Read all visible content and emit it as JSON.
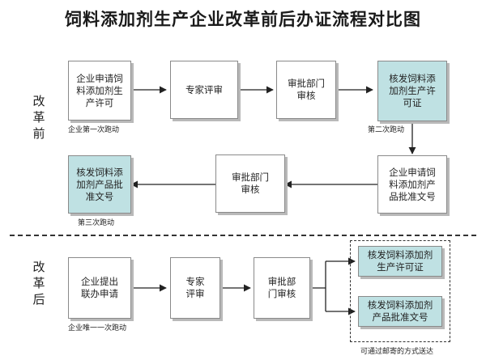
{
  "title": "饲料添加剂生产企业改革前后办证流程对比图",
  "before": {
    "label_chars": [
      "改",
      "革",
      "前"
    ],
    "row1": [
      {
        "lines": [
          "企业申请饲",
          "料添加剂生",
          "产许可"
        ]
      },
      {
        "lines": [
          "专家评审"
        ]
      },
      {
        "lines": [
          "审批部门",
          "审核"
        ]
      },
      {
        "lines": [
          "核发饲料添",
          "加剂生产许",
          "可证"
        ],
        "highlight": true
      }
    ],
    "row2": [
      {
        "lines": [
          "核发饲料添",
          "加剂产品批",
          "准文号"
        ],
        "highlight": true
      },
      {
        "lines": [
          "审批部门",
          "审核"
        ]
      },
      {
        "lines": [
          "企业申请饲",
          "料添加剂产",
          "品批准文号"
        ]
      }
    ],
    "captions": {
      "first": "企业第一次跑动",
      "second": "第二次跑动",
      "third": "第三次跑动"
    }
  },
  "after": {
    "label_chars": [
      "改",
      "革",
      "后"
    ],
    "steps": [
      {
        "lines": [
          "企业提出",
          "联办申请"
        ]
      },
      {
        "lines": [
          "专家",
          "评审"
        ]
      },
      {
        "lines": [
          "审批部",
          "门审核"
        ]
      }
    ],
    "outputs": [
      {
        "lines": [
          "核发饲料添加剂",
          "生产许可证"
        ],
        "highlight": true
      },
      {
        "lines": [
          "核发饲料添加剂",
          "产品批准文号"
        ],
        "highlight": true
      }
    ],
    "captions": {
      "only": "企业唯一一次跑动",
      "mail": "可通过邮寄的方式送达"
    }
  },
  "colors": {
    "highlight": "#bfe1e3",
    "border": "#8a8a8a",
    "shadow": "#b9b9b9",
    "line": "#222222"
  }
}
